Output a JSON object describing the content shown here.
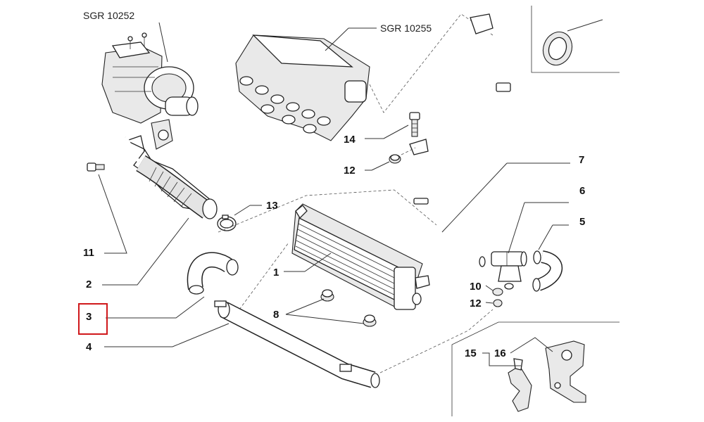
{
  "references": {
    "turbo": "SGR 10252",
    "manifold": "SGR 10255"
  },
  "callouts": {
    "p1": "1",
    "p2": "2",
    "p3": "3",
    "p4": "4",
    "p5": "5",
    "p6": "6",
    "p7": "7",
    "p8": "8",
    "p10": "10",
    "p11": "11",
    "p12a": "12",
    "p12b": "12",
    "p13": "13",
    "p14": "14",
    "p15": "15",
    "p16": "16"
  },
  "highlight": {
    "target": "3",
    "color": "#d0181b"
  }
}
